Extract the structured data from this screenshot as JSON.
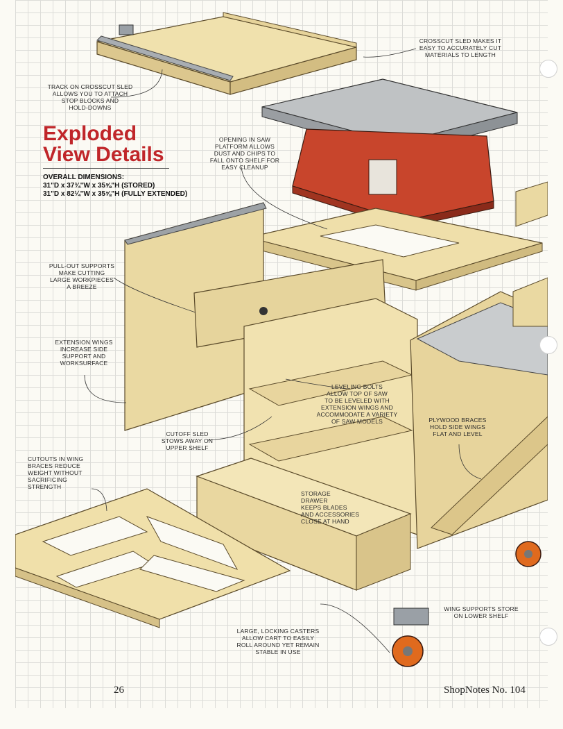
{
  "title": {
    "line1": "Exploded",
    "line2": "View Details"
  },
  "dimensions": {
    "heading": "OVERALL DIMENSIONS:",
    "stored": "31\"D x 37¾\"W x 35⅝\"H (STORED)",
    "extended": "31\"D x 82¼\"W x 35⅝\"H (FULLY EXTENDED)"
  },
  "callouts": {
    "crosscut_sled": [
      "CROSSCUT SLED MAKES IT",
      "EASY TO ACCURATELY CUT",
      "MATERIALS TO LENGTH"
    ],
    "track": [
      "TRACK ON CROSSCUT SLED",
      "ALLOWS YOU TO ATTACH",
      "STOP BLOCKS AND",
      "HOLD-DOWNS"
    ],
    "opening": [
      "OPENING IN SAW",
      "PLATFORM ALLOWS",
      "DUST AND CHIPS TO",
      "FALL ONTO SHELF FOR",
      "EASY CLEANUP"
    ],
    "pullout": [
      "PULL-OUT SUPPORTS",
      "MAKE CUTTING",
      "LARGE WORKPIECES",
      "A BREEZE"
    ],
    "wings": [
      "EXTENSION WINGS",
      "INCREASE SIDE",
      "SUPPORT AND",
      "WORKSURFACE"
    ],
    "leveling": [
      "LEVELING BOLTS",
      "ALLOW TOP OF SAW",
      "TO BE LEVELED WITH",
      "EXTENSION WINGS AND",
      "ACCOMMODATE A VARIETY",
      "OF SAW MODELS"
    ],
    "braces": [
      "PLYWOOD BRACES",
      "HOLD SIDE WINGS",
      "FLAT AND LEVEL"
    ],
    "cutoff": [
      "CUTOFF SLED",
      "STOWS AWAY ON",
      "UPPER SHELF"
    ],
    "cutouts": [
      "CUTOUTS IN WING",
      "BRACES REDUCE",
      "WEIGHT WITHOUT",
      "SACRIFICING",
      "STRENGTH"
    ],
    "drawer": [
      "STORAGE",
      "DRAWER",
      "KEEPS BLADES",
      "AND ACCESSORIES",
      "CLOSE AT HAND"
    ],
    "wing_supports": [
      "WING SUPPORTS STORE",
      "ON LOWER SHELF"
    ],
    "casters": [
      "LARGE, LOCKING CASTERS",
      "ALLOW CART TO EASILY",
      "ROLL AROUND YET REMAIN",
      "STABLE IN USE"
    ]
  },
  "footer": {
    "page_number": "26",
    "publication": "ShopNotes No. 104"
  },
  "colors": {
    "title": "#c0262a",
    "plywood": "#ecdca6",
    "plywood_dark": "#d8c48a",
    "saw_red": "#c8452c",
    "metal": "#b7b9bb"
  }
}
